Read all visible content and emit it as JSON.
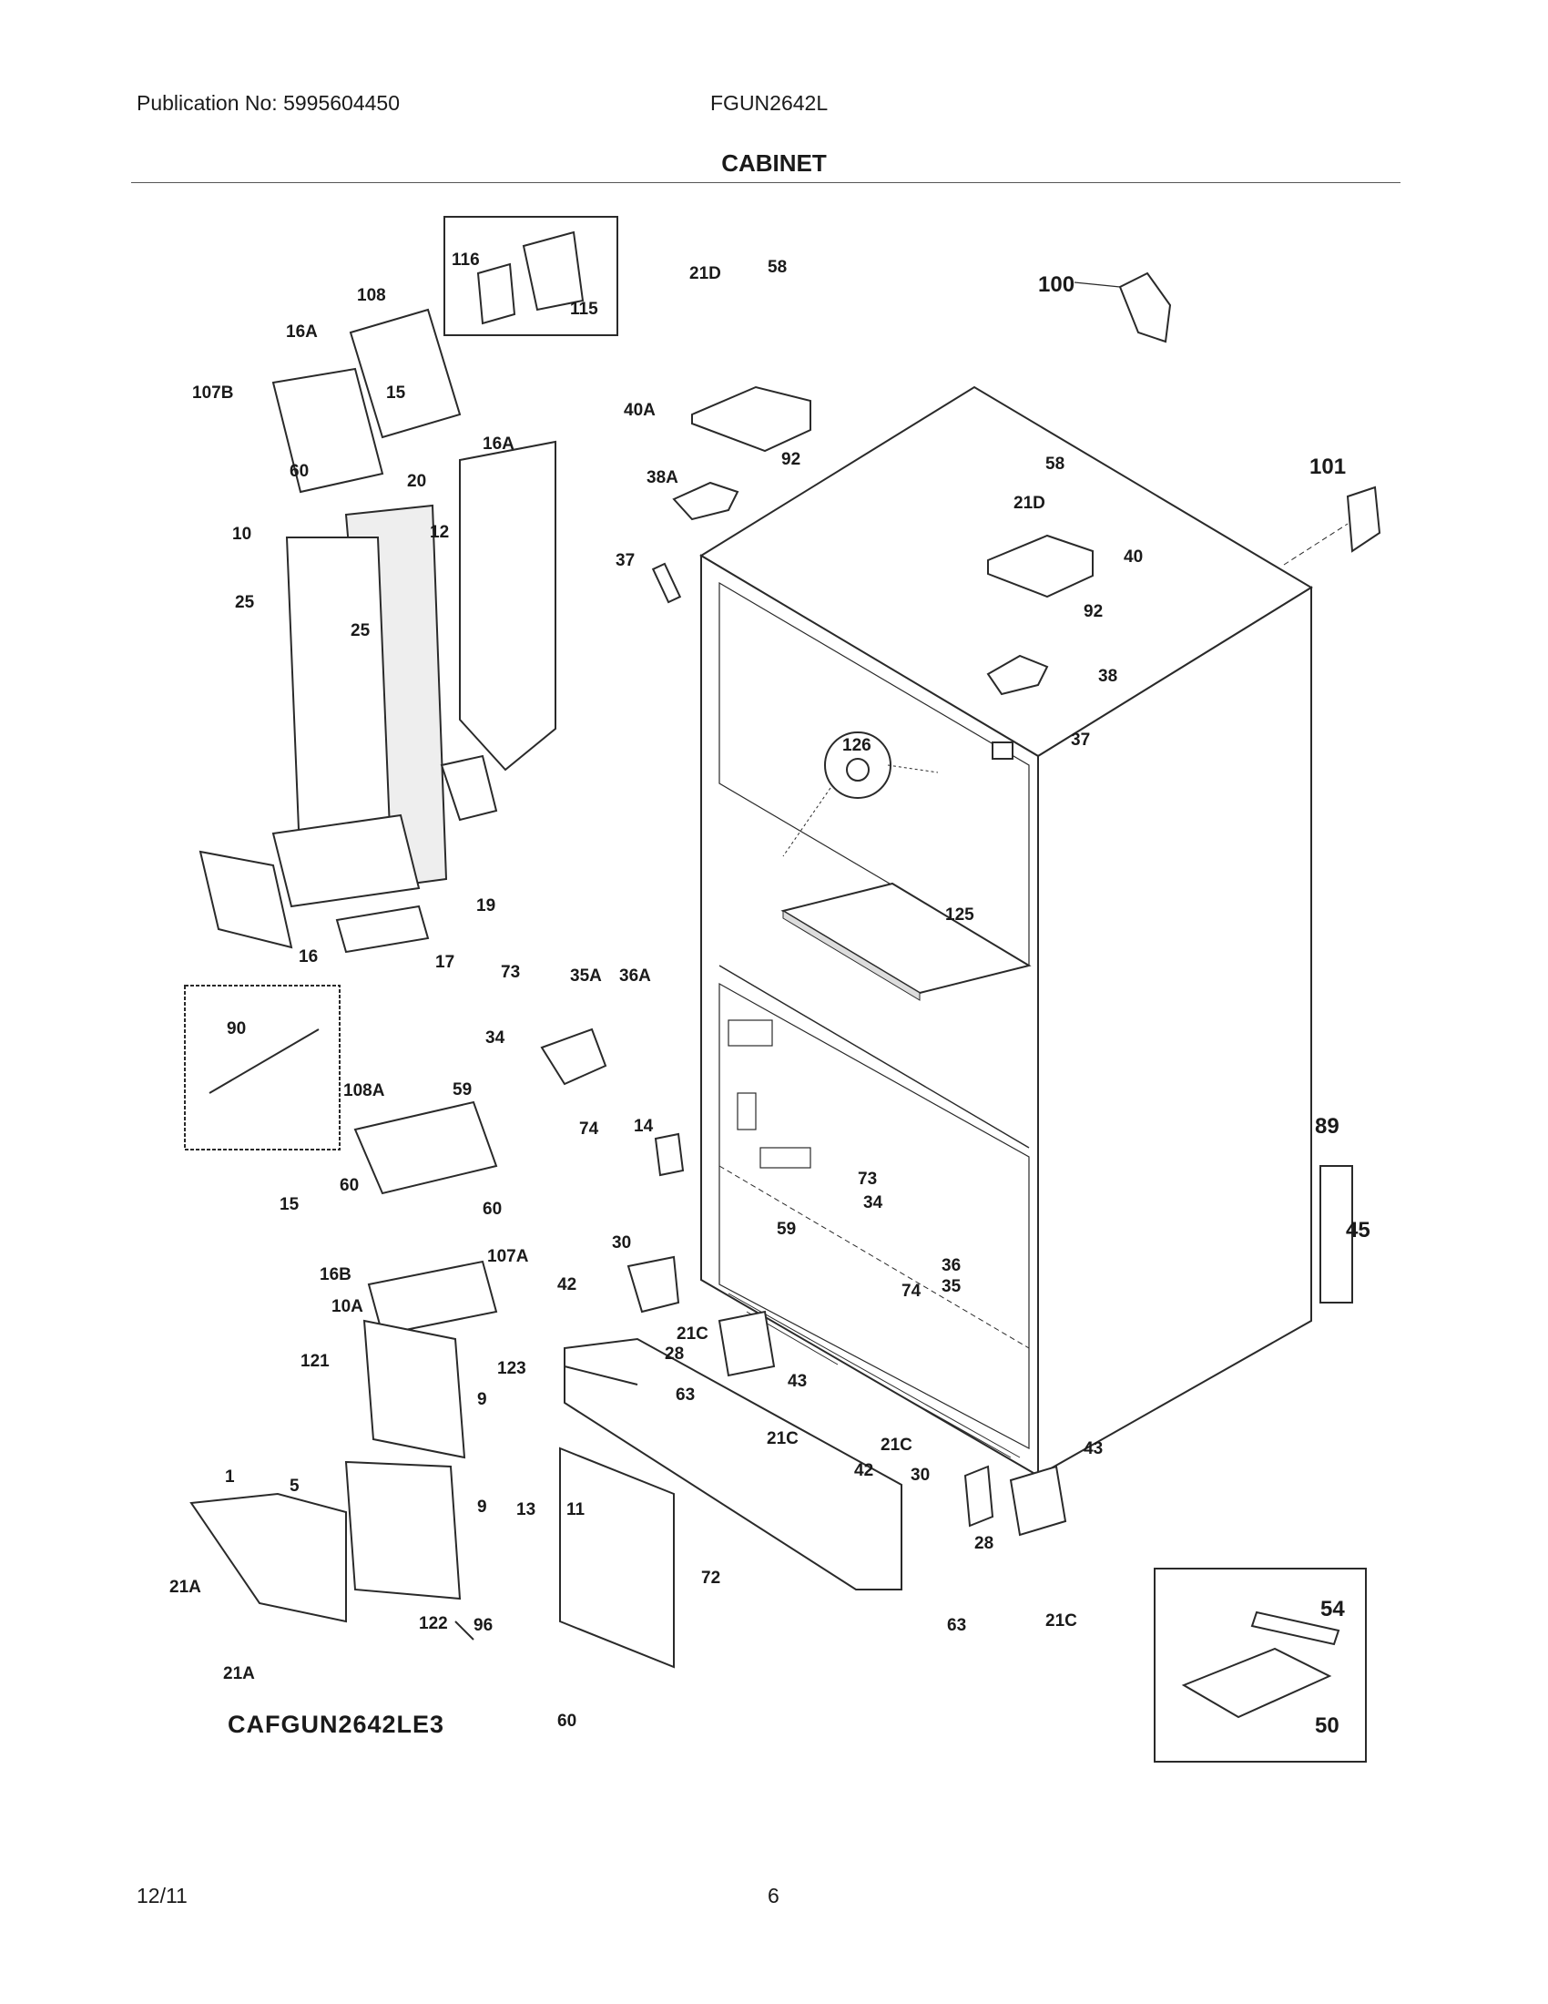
{
  "header": {
    "publication": "Publication No: 5995604450",
    "model": "FGUN2642L"
  },
  "title": "CABINET",
  "diagram_code": "CAFGUN2642LE3",
  "footer": {
    "date": "12/11",
    "page": "6"
  },
  "labels": [
    "116",
    "115",
    "108",
    "16A",
    "107B",
    "15",
    "16A",
    "60",
    "20",
    "12",
    "10",
    "25",
    "25",
    "19",
    "16",
    "17",
    "21D",
    "58",
    "40A",
    "92",
    "38A",
    "37",
    "100",
    "101",
    "58",
    "21D",
    "40",
    "92",
    "38",
    "37",
    "126",
    "125",
    "73",
    "35A",
    "36A",
    "34",
    "59",
    "74",
    "14",
    "90",
    "108A",
    "60",
    "60",
    "15",
    "16B",
    "107A",
    "73",
    "34",
    "59",
    "36",
    "35",
    "74",
    "30",
    "42",
    "21C",
    "28",
    "63",
    "43",
    "21C",
    "10A",
    "121",
    "123",
    "9",
    "9",
    "13",
    "11",
    "1",
    "5",
    "21A",
    "21A",
    "122",
    "96",
    "60",
    "72",
    "21C",
    "42",
    "30",
    "28",
    "63",
    "43",
    "21C",
    "89",
    "45",
    "54",
    "50"
  ]
}
